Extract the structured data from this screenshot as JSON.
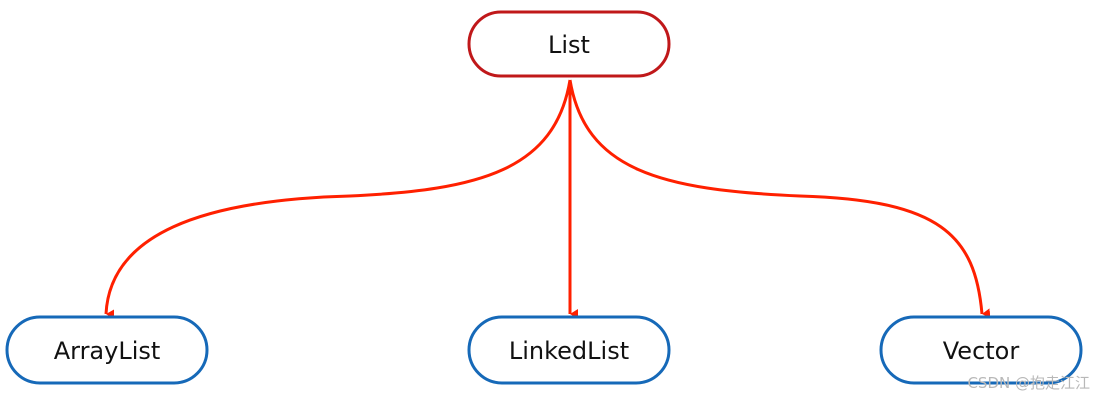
{
  "colors": {
    "root_border": "#c0181a",
    "child_border": "#1669b8",
    "edge": "#ff2000",
    "watermark": "#b8b8b8"
  },
  "nodes": {
    "root": {
      "label": "List"
    },
    "children": [
      {
        "id": "arraylist",
        "label": "ArrayList"
      },
      {
        "id": "linkedlist",
        "label": "LinkedList"
      },
      {
        "id": "vector",
        "label": "Vector"
      }
    ]
  },
  "edges": [
    {
      "from": "List",
      "to": "ArrayList"
    },
    {
      "from": "List",
      "to": "LinkedList"
    },
    {
      "from": "List",
      "to": "Vector"
    }
  ],
  "watermark": "CSDN @抱走江江"
}
